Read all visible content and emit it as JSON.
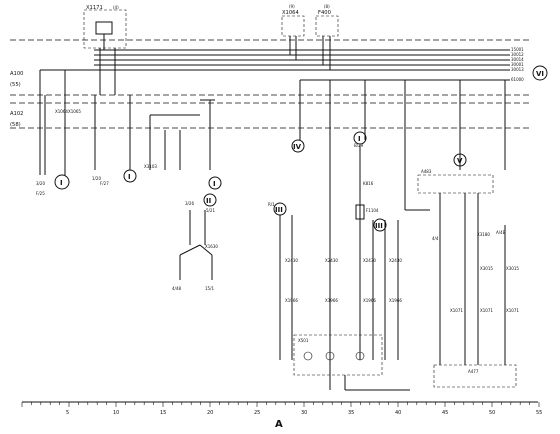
{
  "labels": {
    "A100": "A100",
    "A102": "A102",
    "r55": "(55)",
    "r58": "(58)",
    "X1171": "X1171",
    "X1071_num": "(4)",
    "X1064": "X1064",
    "X1064_num": "(9)",
    "F400": "F400",
    "F400_num": "(8)",
    "X1064b": "X1064",
    "X1065": "X1065",
    "X3103": "X3103",
    "X1630": "X1630",
    "F1104": "F1104",
    "K816": "K816",
    "X2430a": "X2430",
    "X2430b": "X2430",
    "X2430c": "X2430",
    "X2430d": "X2430",
    "X1966a": "X1966",
    "X1966b": "X1966",
    "X1966c": "X1966",
    "X1966d": "X1966",
    "X3180": "X3180",
    "X3015a": "X3015",
    "X3015b": "X3015",
    "X1071a": "X1071",
    "X1071b": "X1071",
    "X1071c": "X1071",
    "A483": "A483",
    "A477": "A477",
    "X501": "X501",
    "bus1": "15001",
    "bus2": "30012",
    "bus3": "30014",
    "bus4": "30001",
    "bus5": "30013",
    "bus6": "61000"
  },
  "romans": {
    "I1": "I",
    "I2": "I",
    "I3": "I",
    "I4": "I",
    "II": "II",
    "III1": "III",
    "III2": "III",
    "IV": "IV",
    "V": "V",
    "VI": "VI"
  },
  "refs": {
    "r1": "R/1",
    "r2": "F/25",
    "r3": "F/27",
    "r4": "B/29",
    "r5": "4/48",
    "r6": "15/1",
    "r7": "3/26",
    "r8": "5/21",
    "r9": "3/20",
    "r10": "1/20",
    "r11": "4/4",
    "r12": "A/4B"
  },
  "scale": {
    "ticks": [
      "5",
      "10",
      "15",
      "20",
      "25",
      "30",
      "35",
      "40",
      "45",
      "50",
      "55"
    ],
    "letter": "A"
  }
}
